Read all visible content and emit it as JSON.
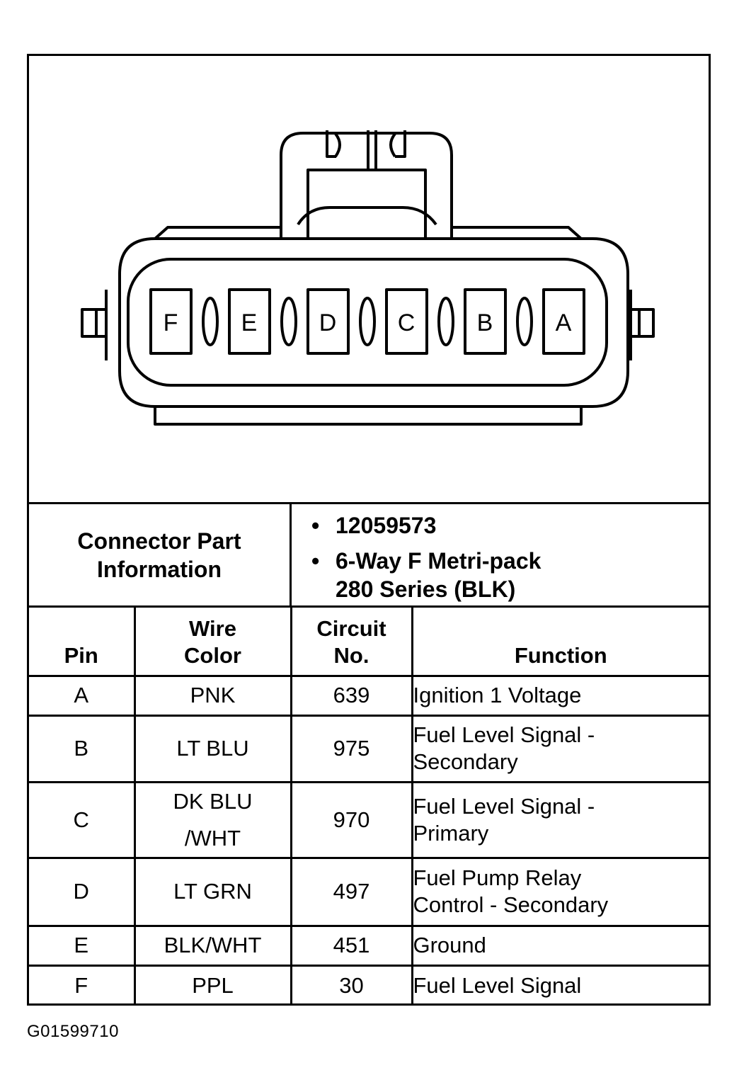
{
  "connector": {
    "pins": [
      "F",
      "E",
      "D",
      "C",
      "B",
      "A"
    ]
  },
  "part_info": {
    "label": "Connector Part Information",
    "values": [
      "12059573",
      "6-Way F Metri-pack 280 Series (BLK)"
    ]
  },
  "table": {
    "headers": {
      "pin": "Pin",
      "wire_color": "Wire Color",
      "circuit": "Circuit No.",
      "function": "Function"
    },
    "rows": [
      {
        "pin": "A",
        "wire": "PNK",
        "circuit": "639",
        "function": "Ignition 1 Voltage"
      },
      {
        "pin": "B",
        "wire": "LT BLU",
        "circuit": "975",
        "function": "Fuel Level Signal - Secondary"
      },
      {
        "pin": "C",
        "wire": "DK BLU /WHT",
        "circuit": "970",
        "function": "Fuel Level Signal - Primary"
      },
      {
        "pin": "D",
        "wire": "LT GRN",
        "circuit": "497",
        "function": "Fuel Pump Relay Control - Secondary"
      },
      {
        "pin": "E",
        "wire": "BLK/WHT",
        "circuit": "451",
        "function": "Ground"
      },
      {
        "pin": "F",
        "wire": "PPL",
        "circuit": "30",
        "function": "Fuel Level Signal"
      }
    ]
  },
  "figure_id": "G01599710"
}
